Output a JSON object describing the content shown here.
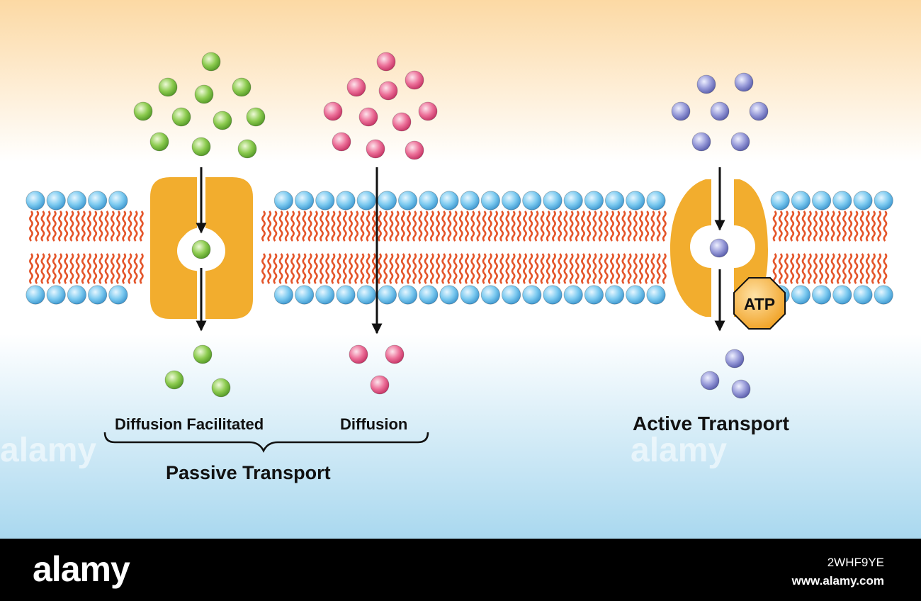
{
  "labels": {
    "facilitated": "Diffusion Facilitated",
    "diffusion": "Diffusion",
    "passive": "Passive Transport",
    "active": "Active Transport",
    "atp": "ATP"
  },
  "watermark": {
    "logo": "alamy",
    "image_id": "2WHF9YE",
    "site": "www.alamy.com"
  },
  "colors": {
    "background_top": "#fcd9a4",
    "background_mid": "#ffffff",
    "background_bottom": "#a9d8ef",
    "phospholipid_head": "#6ec3ec",
    "lipid_tail": "#e4552a",
    "channel_protein": "#f2ad2e",
    "green_molecule": "#7fc242",
    "pink_molecule": "#e8608c",
    "purple_molecule": "#8b8fd0",
    "atp_fill": "#f6b33a"
  },
  "icons": {
    "atp_badge": "octagon",
    "arrows": "down-arrow"
  }
}
